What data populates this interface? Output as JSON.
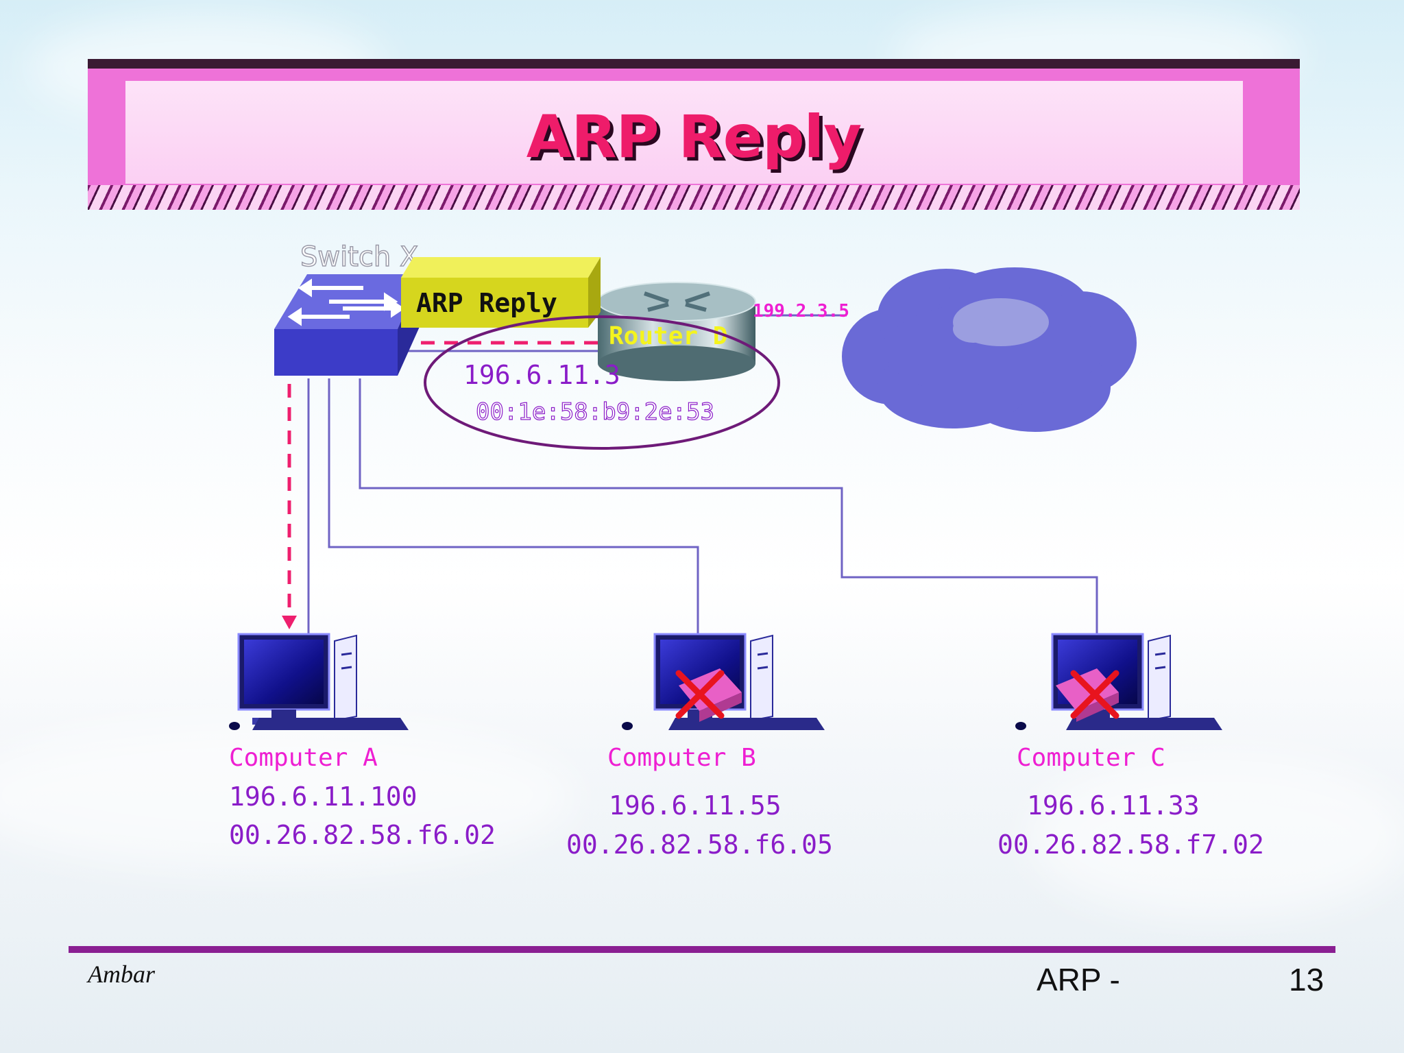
{
  "slide": {
    "title": "ARP Reply",
    "author": "Ambar",
    "topic": "ARP  -",
    "page_number": "13"
  },
  "diagram": {
    "switch_label": "Switch X",
    "packet_label": "ARP Reply",
    "router": {
      "name": "Router D",
      "wan_ip": "199.2.3.5",
      "ip": "196.6.11.3",
      "mac": "00:1e:58:b9:2e:53"
    },
    "computers": [
      {
        "name": "Computer A",
        "ip": "196.6.11.100",
        "mac": "00.26.82.58.f6.02",
        "rejects_packet": false
      },
      {
        "name": "Computer B",
        "ip": "196.6.11.55",
        "mac": "00.26.82.58.f6.05",
        "rejects_packet": true
      },
      {
        "name": "Computer C",
        "ip": "196.6.11.33",
        "mac": "00.26.82.58.f7.02",
        "rejects_packet": true
      }
    ],
    "colors": {
      "label_pink": "#ee1fd2",
      "label_purple": "#8a1cc8",
      "dashed_path": "#ee1f6e",
      "link_line": "#6f63c4",
      "cloud": "#6a6ad6",
      "packet": "#d6d61e",
      "reject_x": "#e8141e"
    },
    "icons": [
      "switch-icon",
      "router-icon",
      "cloud-icon",
      "computer-icon",
      "cross-icon",
      "packet-icon"
    ]
  }
}
